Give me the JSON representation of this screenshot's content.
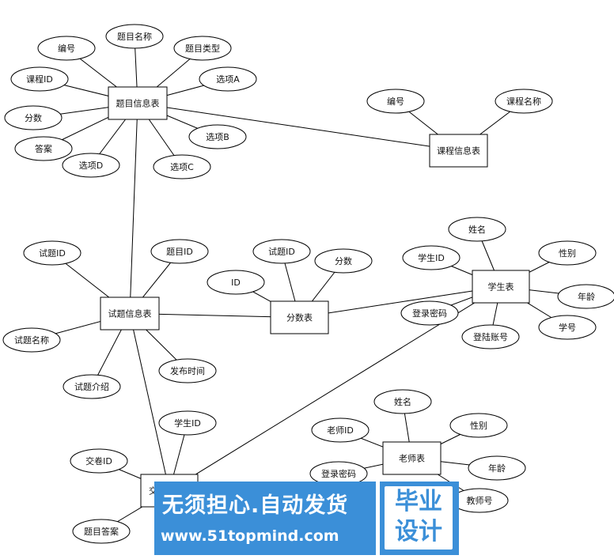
{
  "diagram": {
    "entities": [
      {
        "id": "timu",
        "label": "题目信息表"
      },
      {
        "id": "kecheng",
        "label": "课程信息表"
      },
      {
        "id": "shiti",
        "label": "试题信息表"
      },
      {
        "id": "fenshu",
        "label": "分数表"
      },
      {
        "id": "xuesheng",
        "label": "学生表"
      },
      {
        "id": "laoshi",
        "label": "老师表"
      },
      {
        "id": "jiaojuan",
        "label": "交"
      }
    ],
    "attributes": [
      {
        "id": "t_bianhao",
        "entity": "timu",
        "label": "编号"
      },
      {
        "id": "t_mingcheng",
        "entity": "timu",
        "label": "题目名称"
      },
      {
        "id": "t_leixing",
        "entity": "timu",
        "label": "题目类型"
      },
      {
        "id": "t_kechengid",
        "entity": "timu",
        "label": "课程ID"
      },
      {
        "id": "t_xuanxiangA",
        "entity": "timu",
        "label": "选项A"
      },
      {
        "id": "t_fenshu",
        "entity": "timu",
        "label": "分数"
      },
      {
        "id": "t_xuanxiangB",
        "entity": "timu",
        "label": "选项B"
      },
      {
        "id": "t_daan",
        "entity": "timu",
        "label": "答案"
      },
      {
        "id": "t_xuanxiangD",
        "entity": "timu",
        "label": "选项D"
      },
      {
        "id": "t_xuanxiangC",
        "entity": "timu",
        "label": "选项C"
      },
      {
        "id": "k_bianhao",
        "entity": "kecheng",
        "label": "编号"
      },
      {
        "id": "k_mingcheng",
        "entity": "kecheng",
        "label": "课程名称"
      },
      {
        "id": "s_shitiid",
        "entity": "shiti",
        "label": "试题ID"
      },
      {
        "id": "s_timuid",
        "entity": "shiti",
        "label": "题目ID"
      },
      {
        "id": "s_mingcheng",
        "entity": "shiti",
        "label": "试题名称"
      },
      {
        "id": "s_fabu",
        "entity": "shiti",
        "label": "发布时间"
      },
      {
        "id": "s_jieshao",
        "entity": "shiti",
        "label": "试题介绍"
      },
      {
        "id": "f_id",
        "entity": "fenshu",
        "label": "ID"
      },
      {
        "id": "f_shitiid",
        "entity": "fenshu",
        "label": "试题ID"
      },
      {
        "id": "f_fenshu",
        "entity": "fenshu",
        "label": "分数"
      },
      {
        "id": "x_xingming",
        "entity": "xuesheng",
        "label": "姓名"
      },
      {
        "id": "x_xueshengid",
        "entity": "xuesheng",
        "label": "学生ID"
      },
      {
        "id": "x_xingbie",
        "entity": "xuesheng",
        "label": "性别"
      },
      {
        "id": "x_nianling",
        "entity": "xuesheng",
        "label": "年龄"
      },
      {
        "id": "x_mima",
        "entity": "xuesheng",
        "label": "登录密码"
      },
      {
        "id": "x_xuehao",
        "entity": "xuesheng",
        "label": "学号"
      },
      {
        "id": "x_zhanghao",
        "entity": "xuesheng",
        "label": "登陆账号"
      },
      {
        "id": "l_xingming",
        "entity": "laoshi",
        "label": "姓名"
      },
      {
        "id": "l_laoshiid",
        "entity": "laoshi",
        "label": "老师ID"
      },
      {
        "id": "l_xingbie",
        "entity": "laoshi",
        "label": "性别"
      },
      {
        "id": "l_mima",
        "entity": "laoshi",
        "label": "登录密码"
      },
      {
        "id": "l_nianling",
        "entity": "laoshi",
        "label": "年龄"
      },
      {
        "id": "l_jiaoshihao",
        "entity": "laoshi",
        "label": "教师号"
      },
      {
        "id": "j_xueshengid",
        "entity": "jiaojuan",
        "label": "学生ID"
      },
      {
        "id": "j_jiaojuanid",
        "entity": "jiaojuan",
        "label": "交卷ID"
      },
      {
        "id": "j_daan",
        "entity": "jiaojuan",
        "label": "题目答案"
      }
    ],
    "relationships": [
      {
        "from": "timu",
        "to": "kecheng"
      },
      {
        "from": "timu",
        "to": "shiti"
      },
      {
        "from": "shiti",
        "to": "fenshu"
      },
      {
        "from": "fenshu",
        "to": "xuesheng"
      },
      {
        "from": "shiti",
        "to": "jiaojuan"
      },
      {
        "from": "xuesheng",
        "to": "jiaojuan"
      }
    ]
  },
  "watermark": {
    "slogan": "无须担心.自动发货",
    "url": "www.51topmind.com",
    "badge_line1": "毕业",
    "badge_line2": "设计",
    "color": "#3b8fd8"
  }
}
